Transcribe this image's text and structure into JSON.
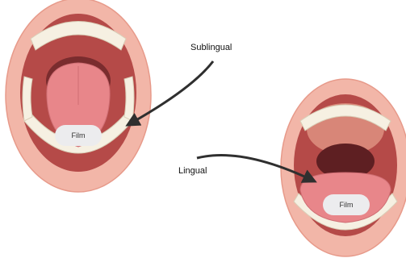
{
  "labels": {
    "sublingual": "Sublingual",
    "lingual": "Lingual"
  },
  "films": {
    "left": "Film",
    "right": "Film"
  },
  "colors": {
    "lip": "#f2b6a8",
    "lip_dark": "#e79a8a",
    "mouth_interior": "#b54a48",
    "throat": "#7a2c2e",
    "palate": "#d88678",
    "tongue": "#e8868a",
    "tongue_light": "#f0a0a4",
    "tooth": "#f6f0e2",
    "tooth_outline": "#d9cfb8",
    "arrow": "#2f2f2f"
  }
}
